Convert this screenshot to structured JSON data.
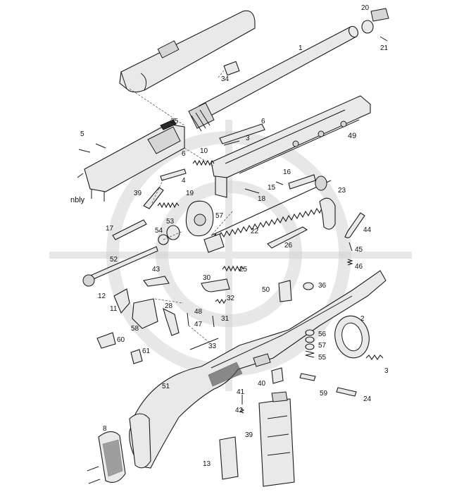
{
  "diagram": {
    "watermark_color": "#c8c8c8",
    "line_color": "#1a1a1a",
    "labels": [
      {
        "id": "p20",
        "text": "20"
      },
      {
        "id": "p21",
        "text": "21"
      },
      {
        "id": "p1",
        "text": "1"
      },
      {
        "id": "p34",
        "text": "34"
      },
      {
        "id": "p35",
        "text": "35"
      },
      {
        "id": "p5",
        "text": "5"
      },
      {
        "id": "p6a",
        "text": "6"
      },
      {
        "id": "p6b",
        "text": "6"
      },
      {
        "id": "p3a",
        "text": "3"
      },
      {
        "id": "p10",
        "text": "10"
      },
      {
        "id": "p49",
        "text": "49"
      },
      {
        "id": "p4",
        "text": "4"
      },
      {
        "id": "p16",
        "text": "16"
      },
      {
        "id": "p15",
        "text": "15"
      },
      {
        "id": "p18",
        "text": "18"
      },
      {
        "id": "p23",
        "text": "23"
      },
      {
        "id": "p39a",
        "text": "39"
      },
      {
        "id": "pnbly",
        "text": "nbly"
      },
      {
        "id": "p19",
        "text": "19"
      },
      {
        "id": "p57a",
        "text": "57"
      },
      {
        "id": "p53",
        "text": "53"
      },
      {
        "id": "p17",
        "text": "17"
      },
      {
        "id": "p54",
        "text": "54"
      },
      {
        "id": "p22",
        "text": "22"
      },
      {
        "id": "p44",
        "text": "44"
      },
      {
        "id": "p26",
        "text": "26"
      },
      {
        "id": "p45",
        "text": "45"
      },
      {
        "id": "p52",
        "text": "52"
      },
      {
        "id": "p25",
        "text": "25"
      },
      {
        "id": "p46",
        "text": "46"
      },
      {
        "id": "p43",
        "text": "43"
      },
      {
        "id": "p30",
        "text": "30"
      },
      {
        "id": "p50",
        "text": "50"
      },
      {
        "id": "p36",
        "text": "36"
      },
      {
        "id": "p12",
        "text": "12"
      },
      {
        "id": "p32",
        "text": "32"
      },
      {
        "id": "p11",
        "text": "11"
      },
      {
        "id": "p28",
        "text": "28"
      },
      {
        "id": "p48",
        "text": "48"
      },
      {
        "id": "p58",
        "text": "58"
      },
      {
        "id": "p47",
        "text": "47"
      },
      {
        "id": "p31",
        "text": "31"
      },
      {
        "id": "p2",
        "text": "2"
      },
      {
        "id": "p56",
        "text": "56"
      },
      {
        "id": "p57b",
        "text": "57"
      },
      {
        "id": "p60",
        "text": "60"
      },
      {
        "id": "p61",
        "text": "61"
      },
      {
        "id": "p33",
        "text": "33"
      },
      {
        "id": "p55",
        "text": "55"
      },
      {
        "id": "p3b",
        "text": "3"
      },
      {
        "id": "p51",
        "text": "51"
      },
      {
        "id": "p40",
        "text": "40"
      },
      {
        "id": "p59",
        "text": "59"
      },
      {
        "id": "p41",
        "text": "41"
      },
      {
        "id": "p24",
        "text": "24"
      },
      {
        "id": "p42",
        "text": "42"
      },
      {
        "id": "p8",
        "text": "8"
      },
      {
        "id": "p39b",
        "text": "39"
      },
      {
        "id": "p13",
        "text": "13"
      }
    ]
  }
}
